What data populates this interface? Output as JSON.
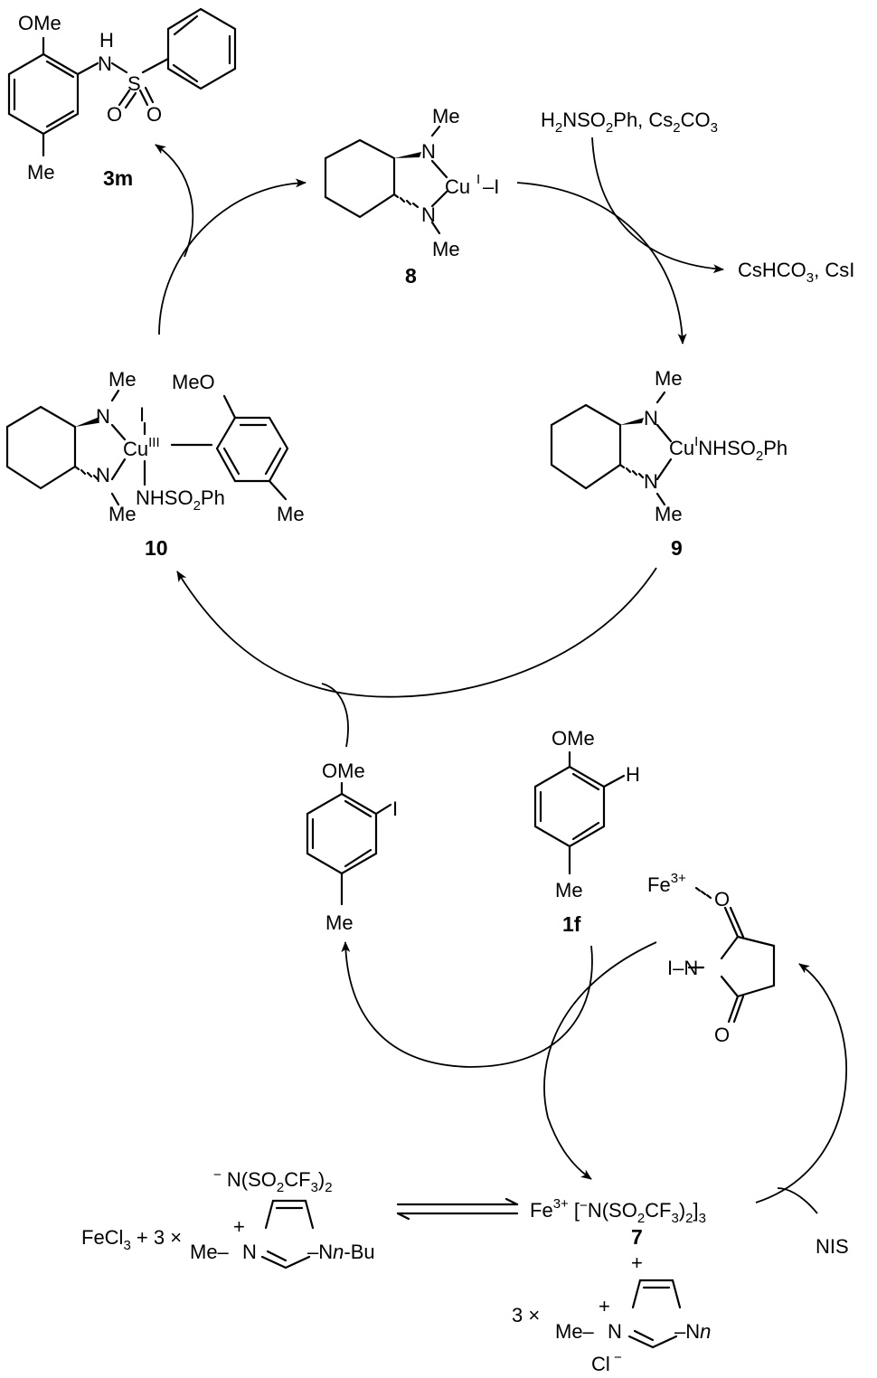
{
  "labels": {
    "ome": "OMe",
    "meo": "MeO",
    "me": "Me",
    "h": "H",
    "n": "N",
    "s": "S",
    "o": "O",
    "i": "I",
    "cu": "Cu",
    "ox_i": "I",
    "ox_iii": "III",
    "fe": "Fe",
    "fe_charge": "3+",
    "nhso": "NHSO",
    "two": "2",
    "three": "3",
    "ph": "Ph",
    "plus": "+",
    "minus": "−",
    "nbu": "n",
    "bu_tail": "-Bu",
    "cl": "Cl",
    "i_dash": "–I",
    "n_dash": "–N"
  },
  "reagents": {
    "h2n": "H",
    "nso2ph": "NSO",
    "ph_cs": "Ph, Cs",
    "co": "CO",
    "byproducts_a": "CsHCO",
    "byproducts_b": ", CsI",
    "nis": "NIS",
    "fecl": "FeCl",
    "fecl_tail": " + 3 ×",
    "three_x": "3 ×",
    "ntf_a": "N(SO",
    "ntf_b": "CF",
    "ntf_c": ")",
    "fe_bracket": "[",
    "fe_close": "]",
    "me_dash": "Me–",
    "iminus": "I–N"
  },
  "compounds": {
    "c3m": "3m",
    "c8": "8",
    "c9": "9",
    "c10": "10",
    "c7": "7",
    "c1f": "1f"
  }
}
